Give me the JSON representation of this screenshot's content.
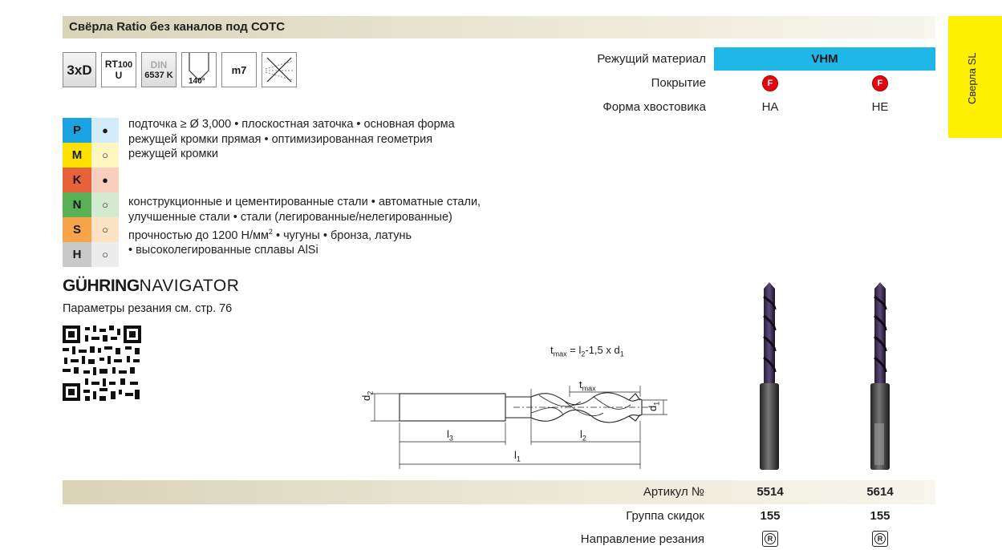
{
  "header": {
    "title": "Свёрла Ratio без каналов под СОТС"
  },
  "side_tab": {
    "label": "Сверла SL"
  },
  "icons": {
    "depth": "3xD",
    "rt_top": "RT",
    "rt_num": "100",
    "rt_bottom": "U",
    "din_top": "DIN",
    "din_num": "6537",
    "din_letter": "K",
    "angle": "140°",
    "tolerance": "m7"
  },
  "materials": [
    {
      "letter": "P",
      "symbol": "●",
      "color": "#1aa3e0",
      "bg": "#d3ecf9"
    },
    {
      "letter": "M",
      "symbol": "○",
      "color": "#ffe100",
      "bg": "#fff7c2"
    },
    {
      "letter": "K",
      "symbol": "●",
      "color": "#e6623a",
      "bg": "#f8cfbf"
    },
    {
      "letter": "N",
      "symbol": "○",
      "color": "#5ab055",
      "bg": "#d3ead0"
    },
    {
      "letter": "S",
      "symbol": "○",
      "color": "#f6a54a",
      "bg": "#fde3c4"
    },
    {
      "letter": "H",
      "symbol": "○",
      "color": "#c9c9c9",
      "bg": "#ececec"
    }
  ],
  "description": {
    "line1": "подточка ≥ Ø 3,000 • плоскостная заточка • основная форма",
    "line2": "режущей кромки прямая • оптимизированная геометрия",
    "line3": "режущей кромки"
  },
  "applications": {
    "line1": "конструкционные и цементированные стали • автоматные стали,",
    "line2": "улучшенные стали • стали (легированные/нелегированные)",
    "line3_pre": "прочностью до 1200 Н/мм",
    "line3_sup": "2",
    "line3_post": " • чугуны • бронза, латунь",
    "line4": "• высоколегированные сплавы AlSi"
  },
  "spec": {
    "material_label": "Режущий материал",
    "material_value": "VHM",
    "coating_label": "Покрытие",
    "coating_symbol": "F",
    "shank_label": "Форма хвостовика",
    "shank_a": "HA",
    "shank_b": "HE"
  },
  "logo": {
    "brand": "GÜHRING",
    "product": "NAVIGATOR"
  },
  "cutting_params": "Параметры резания см. стр. 76",
  "drawing": {
    "formula_pre": "t",
    "formula_sub1": "max",
    "formula_mid": " = l",
    "formula_sub2": "2",
    "formula_post": "-1,5 x d",
    "formula_sub3": "1",
    "t_label": "t",
    "t_sub": "max",
    "d1": "d",
    "d1_sub": "1",
    "d2": "d",
    "d2_sub": "2",
    "l1": "l",
    "l1_sub": "1",
    "l2": "l",
    "l2_sub": "2",
    "l3": "l",
    "l3_sub": "3"
  },
  "table": {
    "article_label": "Артикул №",
    "article_a": "5514",
    "article_b": "5614",
    "discount_label": "Группа скидок",
    "discount_a": "155",
    "discount_b": "155",
    "direction_label": "Направление резания",
    "direction_symbol": "R"
  }
}
